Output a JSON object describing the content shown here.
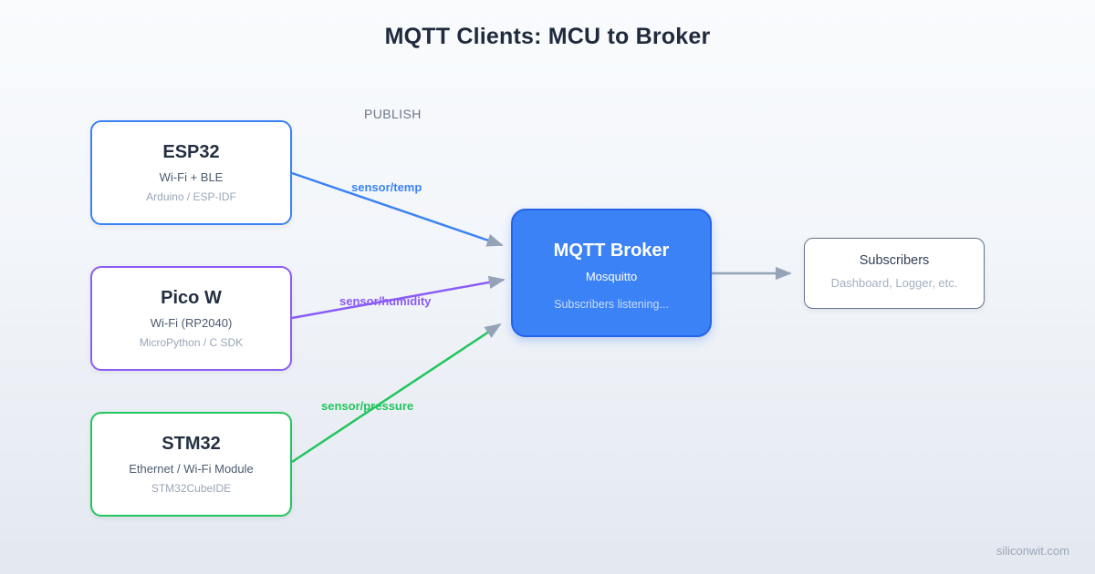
{
  "title": "MQTT Clients: MCU to Broker",
  "publish_label": "PUBLISH",
  "clients": [
    {
      "name": "ESP32",
      "subtitle": "Wi-Fi + BLE",
      "detail": "Arduino / ESP-IDF",
      "color": "#3b82f6",
      "topic": "sensor/temp"
    },
    {
      "name": "Pico W",
      "subtitle": "Wi-Fi (RP2040)",
      "detail": "MicroPython / C SDK",
      "color": "#8b5cf6",
      "topic": "sensor/humidity"
    },
    {
      "name": "STM32",
      "subtitle": "Ethernet / Wi-Fi Module",
      "detail": "STM32CubeIDE",
      "color": "#22c55e",
      "topic": "sensor/pressure"
    }
  ],
  "broker": {
    "name": "MQTT Broker",
    "subtitle": "Mosquitto",
    "status": "Subscribers listening...",
    "fill": "#3b82f6",
    "border": "#2563eb"
  },
  "subscribers": {
    "name": "Subscribers",
    "subtitle": "Dashboard, Logger, etc."
  },
  "arrow_color": "#94a3b8",
  "footer": "siliconwit.com"
}
